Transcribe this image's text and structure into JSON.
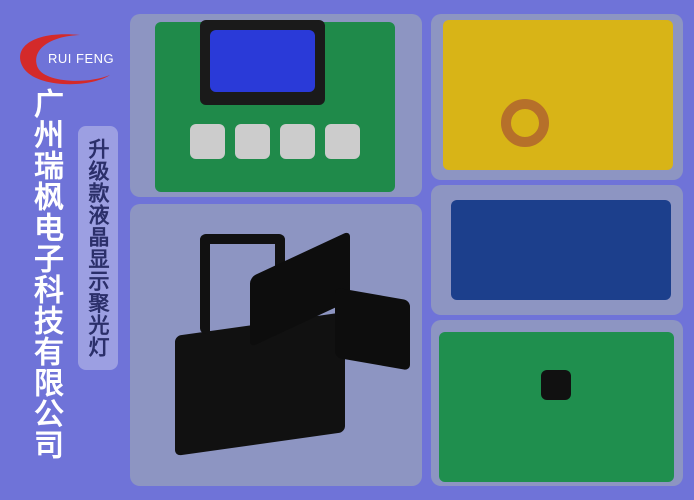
{
  "logo": {
    "text": "RUI FENG"
  },
  "company_name": "广州瑞枫电子科技有限公司",
  "product_label": "升级款液晶显示聚光灯",
  "colors": {
    "background": "#6f73d8",
    "panel": "#8d95c2",
    "pill": "#9c9fe2",
    "logo_red": "#d42a2a"
  }
}
